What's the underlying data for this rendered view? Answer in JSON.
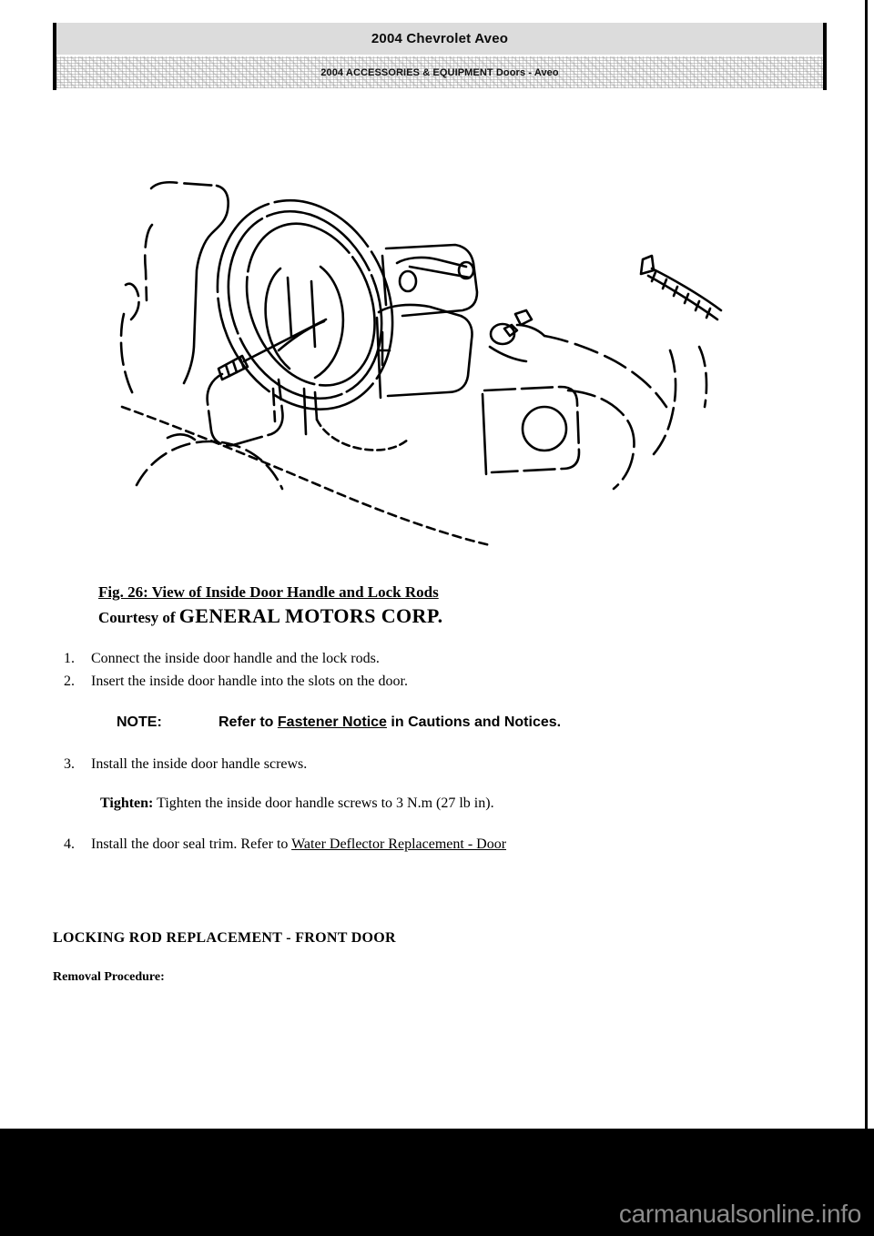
{
  "header": {
    "title": "2004 Chevrolet Aveo",
    "subtitle": "2004 ACCESSORIES & EQUIPMENT Doors - Aveo"
  },
  "figure": {
    "caption_title": "Fig. 26: View of Inside Door Handle and Lock Rods",
    "courtesy_prefix": "Courtesy of ",
    "courtesy_source": "GENERAL MOTORS CORP.",
    "alt": "Line drawing of inside door handle assembly, bezel and lock rods"
  },
  "procedure": {
    "steps": [
      {
        "num": "1.",
        "text": "Connect the inside door handle and the lock rods."
      },
      {
        "num": "2.",
        "text": "Insert the inside door handle into the slots on the door."
      },
      {
        "num": "3.",
        "text": "Install the inside door handle screws."
      }
    ],
    "note": {
      "label": "NOTE:",
      "text_before": "Refer to ",
      "link": "Fastener Notice",
      "text_after": " in Cautions and Notices."
    },
    "tighten": {
      "label": "Tighten:",
      "text": " Tighten the inside door handle screws to 3 N.m (27 lb in)."
    },
    "step4": {
      "num": "4.",
      "text_before": "Install the door seal trim. Refer to ",
      "link": "Water Deflector Replacement - Door"
    }
  },
  "sections": {
    "heading": "LOCKING ROD REPLACEMENT - FRONT DOOR",
    "subheading": "Removal Procedure:"
  },
  "footer": {
    "watermark": "carmanualsonline.info"
  },
  "colors": {
    "header_row_bg": "#dcdcdc",
    "page_bg": "#ffffff",
    "ink": "#000000",
    "bar_bg": "#000000",
    "watermark": "#8c8c8c"
  }
}
